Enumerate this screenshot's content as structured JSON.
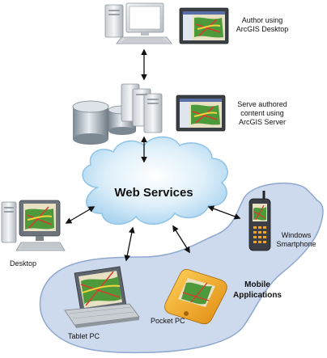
{
  "labels": {
    "author": [
      "Author using",
      "ArcGIS Desktop"
    ],
    "serve": [
      "Serve authored",
      "content using",
      "ArcGIS Server"
    ],
    "web_services": "Web Services",
    "desktop": "Desktop",
    "windows_smartphone": [
      "Windows",
      "Smartphone"
    ],
    "mobile_applications": [
      "Mobile",
      "Applications"
    ],
    "tablet_pc": "Tablet PC",
    "pocket_pc": "Pocket PC"
  },
  "colors": {
    "cloud_fill": "#cfe8f7",
    "cloud_edge": "#8fc3e6",
    "mobile_region": "#cdd9ec",
    "mobile_region_edge": "#8ea8cf",
    "arrow": "#111111",
    "map_green": "#4e9a3b",
    "map_red": "#d93a2b",
    "map_yellow": "#f2d43c",
    "device_orange": "#f2a51f"
  }
}
